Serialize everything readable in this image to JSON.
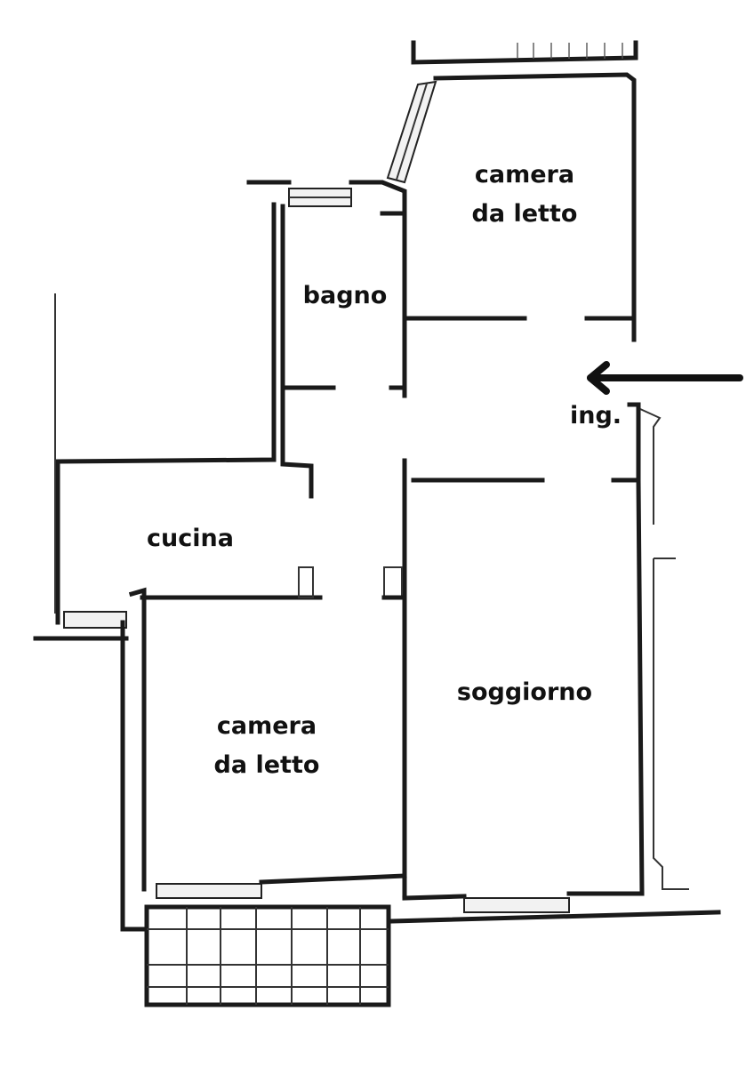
{
  "rooms": {
    "bedroom_top": {
      "line1": "camera",
      "line2": "da letto"
    },
    "bathroom": {
      "label": "bagno"
    },
    "entrance": {
      "label": "ing."
    },
    "kitchen": {
      "label": "cucina"
    },
    "bedroom_bottom": {
      "line1": "camera",
      "line2": "da letto"
    },
    "living_room": {
      "label": "soggiorno"
    }
  },
  "icons": {
    "entrance_arrow": "arrow-left-icon"
  },
  "colors": {
    "wall": "#1a1a1a",
    "background": "#ffffff"
  }
}
